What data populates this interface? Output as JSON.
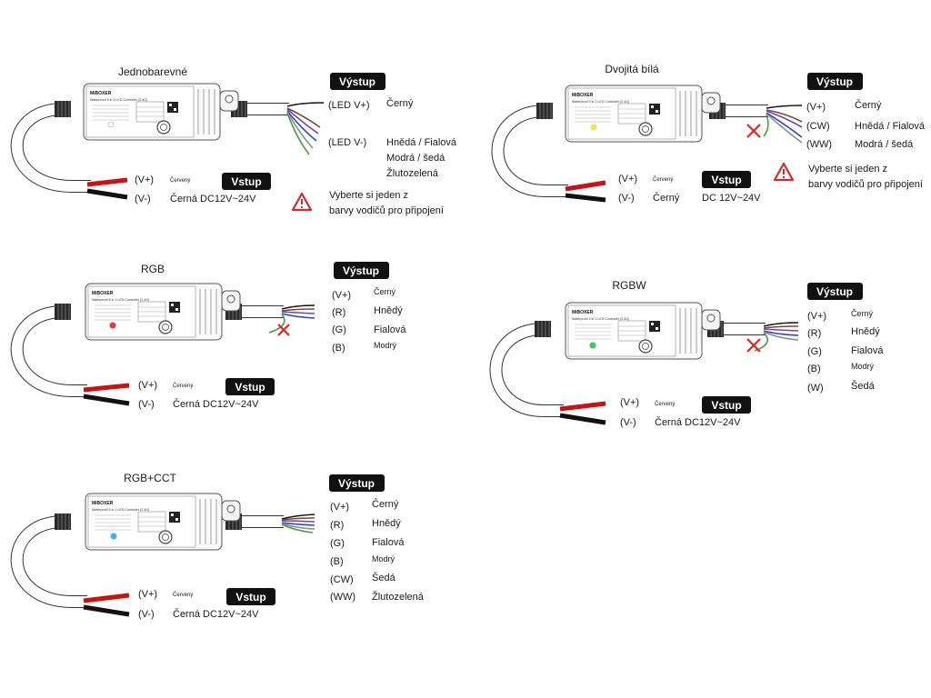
{
  "panels": {
    "single": {
      "title": "Jednobarevné",
      "output_badge": "Výstup",
      "input_badge": "Vstup",
      "outputs": [
        {
          "sym": "(LED V+)",
          "color": "Černý"
        },
        {
          "sym": "(LED V-)",
          "color": "Hnědá / Fialová"
        }
      ],
      "extra_colors": [
        "Modrá / šedá",
        "Žlutozelená"
      ],
      "input_pos": {
        "sym": "(V+)",
        "color": "Červený"
      },
      "input_neg": {
        "sym": "(V-)",
        "color": "Černá DC12V~24V"
      },
      "warning_lines": [
        "Vyberte si jeden z",
        "barvy vodičů pro připojení"
      ]
    },
    "dual": {
      "title": "Dvojitá bílá",
      "output_badge": "Výstup",
      "input_badge": "Vstup",
      "outputs": [
        {
          "sym": "(V+)",
          "color": "Černý"
        },
        {
          "sym": "(CW)",
          "color": "Hnědá / Fialová"
        },
        {
          "sym": "(WW)",
          "color": "Modrá / šedá"
        }
      ],
      "input_pos": {
        "sym": "(V+)",
        "color": "Červený"
      },
      "input_neg": {
        "sym": "(V-)",
        "color": "Černý"
      },
      "input_voltage": "DC 12V~24V",
      "warning_lines": [
        "Vyberte si jeden z",
        "barvy vodičů pro připojení"
      ]
    },
    "rgb": {
      "title": "RGB",
      "output_badge": "Výstup",
      "input_badge": "Vstup",
      "outputs": [
        {
          "sym": "(V+)",
          "color": "Černý"
        },
        {
          "sym": "(R)",
          "color": "Hnědý"
        },
        {
          "sym": "(G)",
          "color": "Fialová"
        },
        {
          "sym": "(B)",
          "color": "Modrý"
        }
      ],
      "input_pos": {
        "sym": "(V+)",
        "color": "Červený"
      },
      "input_neg": {
        "sym": "(V-)",
        "color": "Černá DC12V~24V"
      }
    },
    "rgbw": {
      "title": "RGBW",
      "output_badge": "Výstup",
      "input_badge": "Vstup",
      "outputs": [
        {
          "sym": "(V+)",
          "color": "Černý"
        },
        {
          "sym": "(R)",
          "color": "Hnědý"
        },
        {
          "sym": "(G)",
          "color": "Fialová"
        },
        {
          "sym": "(B)",
          "color": "Modrý"
        },
        {
          "sym": "(W)",
          "color": "Šedá"
        }
      ],
      "input_pos": {
        "sym": "(V+)",
        "color": "Červený"
      },
      "input_neg": {
        "sym": "(V-)",
        "color": "Černá DC12V~24V"
      }
    },
    "rgbcct": {
      "title": "RGB+CCT",
      "output_badge": "Výstup",
      "input_badge": "Vstup",
      "outputs": [
        {
          "sym": "(V+)",
          "color": "Černý"
        },
        {
          "sym": "(R)",
          "color": "Hnědý"
        },
        {
          "sym": "(G)",
          "color": "Fialová"
        },
        {
          "sym": "(B)",
          "color": "Modrý"
        },
        {
          "sym": "(CW)",
          "color": "Šedá"
        },
        {
          "sym": "(WW)",
          "color": "Žlutozelená"
        }
      ],
      "input_pos": {
        "sym": "(V+)",
        "color": "Červený"
      },
      "input_neg": {
        "sym": "(V-)",
        "color": "Černá DC12V~24V"
      }
    }
  },
  "controller": {
    "brand": "MiBOXER",
    "product_single": "Waterproof 5 in 1 LED Controller (2.4G)",
    "product_rgbw": "Waterproof 4 in 1 LED Controller (2.4G)",
    "led_colors": {
      "single": "#ffffff",
      "dual": "#f5e04a",
      "rgb": "#ee3344",
      "rgbw": "#33cc55",
      "rgbcct": "#33b5ee"
    }
  },
  "colors": {
    "badge": "#111111",
    "cable": "#ffffff",
    "red_wire": "#cc1111",
    "black_wire": "#111111",
    "warning": "#d42a2a",
    "cross": "#e0261d"
  }
}
